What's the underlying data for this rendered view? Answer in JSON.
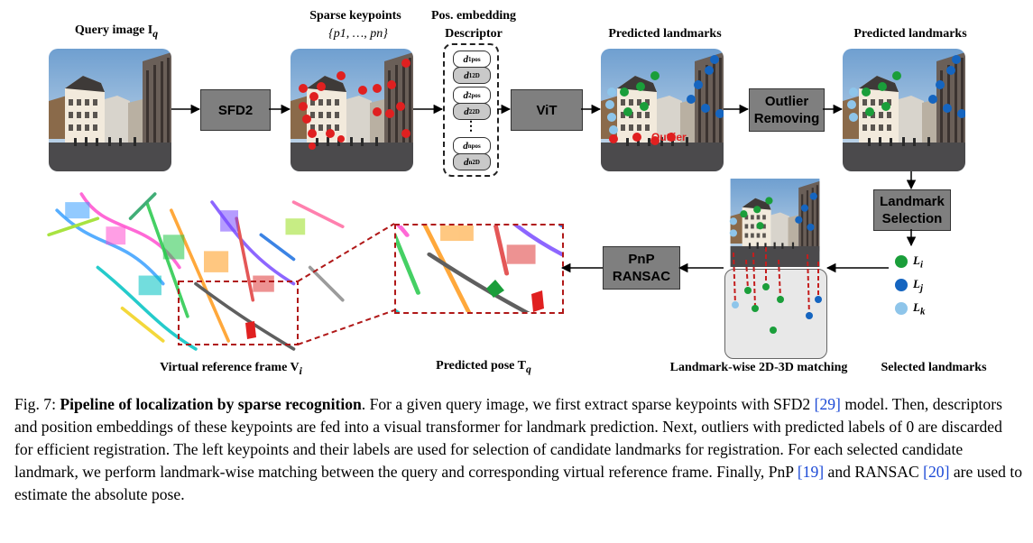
{
  "labels": {
    "query_image": "Query image I",
    "query_sub": "q",
    "sparse_keypoints": "Sparse keypoints",
    "keypoint_set": "{p1, …, pn}",
    "pos_embedding": "Pos. embedding",
    "descriptor": "Descriptor",
    "predicted_landmarks_1": "Predicted landmarks",
    "predicted_landmarks_2": "Predicted landmarks",
    "virtual_reference_frame": "Virtual reference frame V",
    "virtual_sub": "i",
    "predicted_pose": "Predicted pose T",
    "pose_sub": "q",
    "landmark_matching": "Landmark-wise 2D-3D matching",
    "selected_landmarks": "Selected landmarks",
    "outlier_text": "Outlier"
  },
  "boxes": {
    "sfd2": "SFD2",
    "vit": "ViT",
    "outlier_removing_1": "Outlier",
    "outlier_removing_2": "Removing",
    "landmark_selection_1": "Landmark",
    "landmark_selection_2": "Selection",
    "pnp_1": "PnP",
    "pnp_2": "RANSAC"
  },
  "descriptor_stack": {
    "d1_pos": "d",
    "d1_pos_sup": "pos",
    "d1_pos_sub": "1",
    "d1_2d": "d",
    "d1_2d_sup": "2D",
    "d1_2d_sub": "1",
    "d2_pos": "d",
    "d2_pos_sup": "pos",
    "d2_pos_sub": "2",
    "d2_2d": "d",
    "d2_2d_sup": "2D",
    "d2_2d_sub": "2",
    "ellipsis": "⋮",
    "dn_pos": "d",
    "dn_pos_sup": "pos",
    "dn_pos_sub": "n",
    "dn_2d": "d",
    "dn_2d_sup": "2D",
    "dn_2d_sub": "n"
  },
  "legend": [
    {
      "label": "L",
      "sub": "i",
      "color": "#1a9e3a"
    },
    {
      "label": "L",
      "sub": "j",
      "color": "#1565c0"
    },
    {
      "label": "L",
      "sub": "k",
      "color": "#8ec5ea"
    }
  ],
  "caption": {
    "fig": "Fig. 7:",
    "title": "Pipeline of localization by sparse recognition",
    "text_1": ". For a given query image, we first extract sparse keypoints with SFD2 ",
    "ref_29": "[29]",
    "text_2": " model. Then, descriptors and position embeddings of these keypoints are fed into a visual transformer for landmark prediction. Next, outliers with predicted labels of 0 are discarded for efficient registration. The left keypoints and their labels are used for selection of candidate landmarks for registration. For each selected candidate landmark, we perform landmark-wise matching between the query and corresponding virtual reference frame. Finally, PnP ",
    "ref_19": "[19]",
    "text_3": " and RANSAC ",
    "ref_20": "[20]",
    "text_4": " are used to estimate the absolute pose."
  },
  "colors": {
    "box_gray": "#7f7f7f",
    "keypoint_red": "#e02020",
    "landmark_green": "#1a9e3a",
    "landmark_blue": "#1565c0",
    "landmark_lightblue": "#8ec5ea",
    "dashed_red": "#b01818",
    "ref_blue": "#1b49d6"
  }
}
